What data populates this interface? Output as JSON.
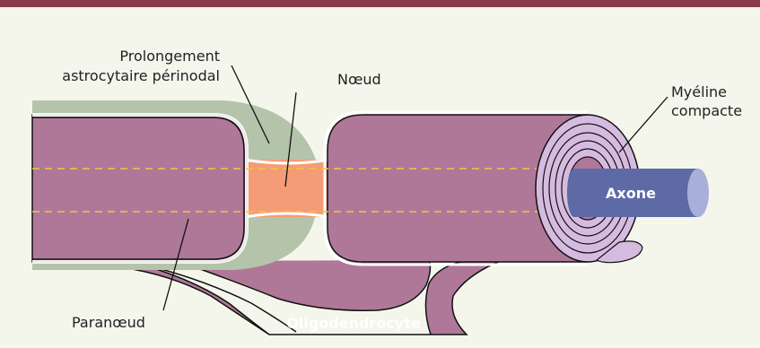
{
  "labels": {
    "prolongement_line1": "Prolongement",
    "prolongement_line2": "astrocytaire périnodal",
    "noeud": "Nœud",
    "myeline_line1": "Myéline",
    "myeline_line2": "compacte",
    "axone": "Axone",
    "paranoeud": "Paranœud",
    "oligodendrocyte": "Oligodendrocyte"
  },
  "colors": {
    "border": "#8a3a4a",
    "background": "#f4f6ec",
    "internode": "#b07898",
    "astrocyte": "#b4c4aa",
    "node": "#f39c76",
    "axon": "#5e6aa6",
    "axon_end": "#a9aedb",
    "myelin_rings": "#d6bbe0",
    "oligodendrocyte": "#b07898",
    "dashed": "#f6c343"
  }
}
